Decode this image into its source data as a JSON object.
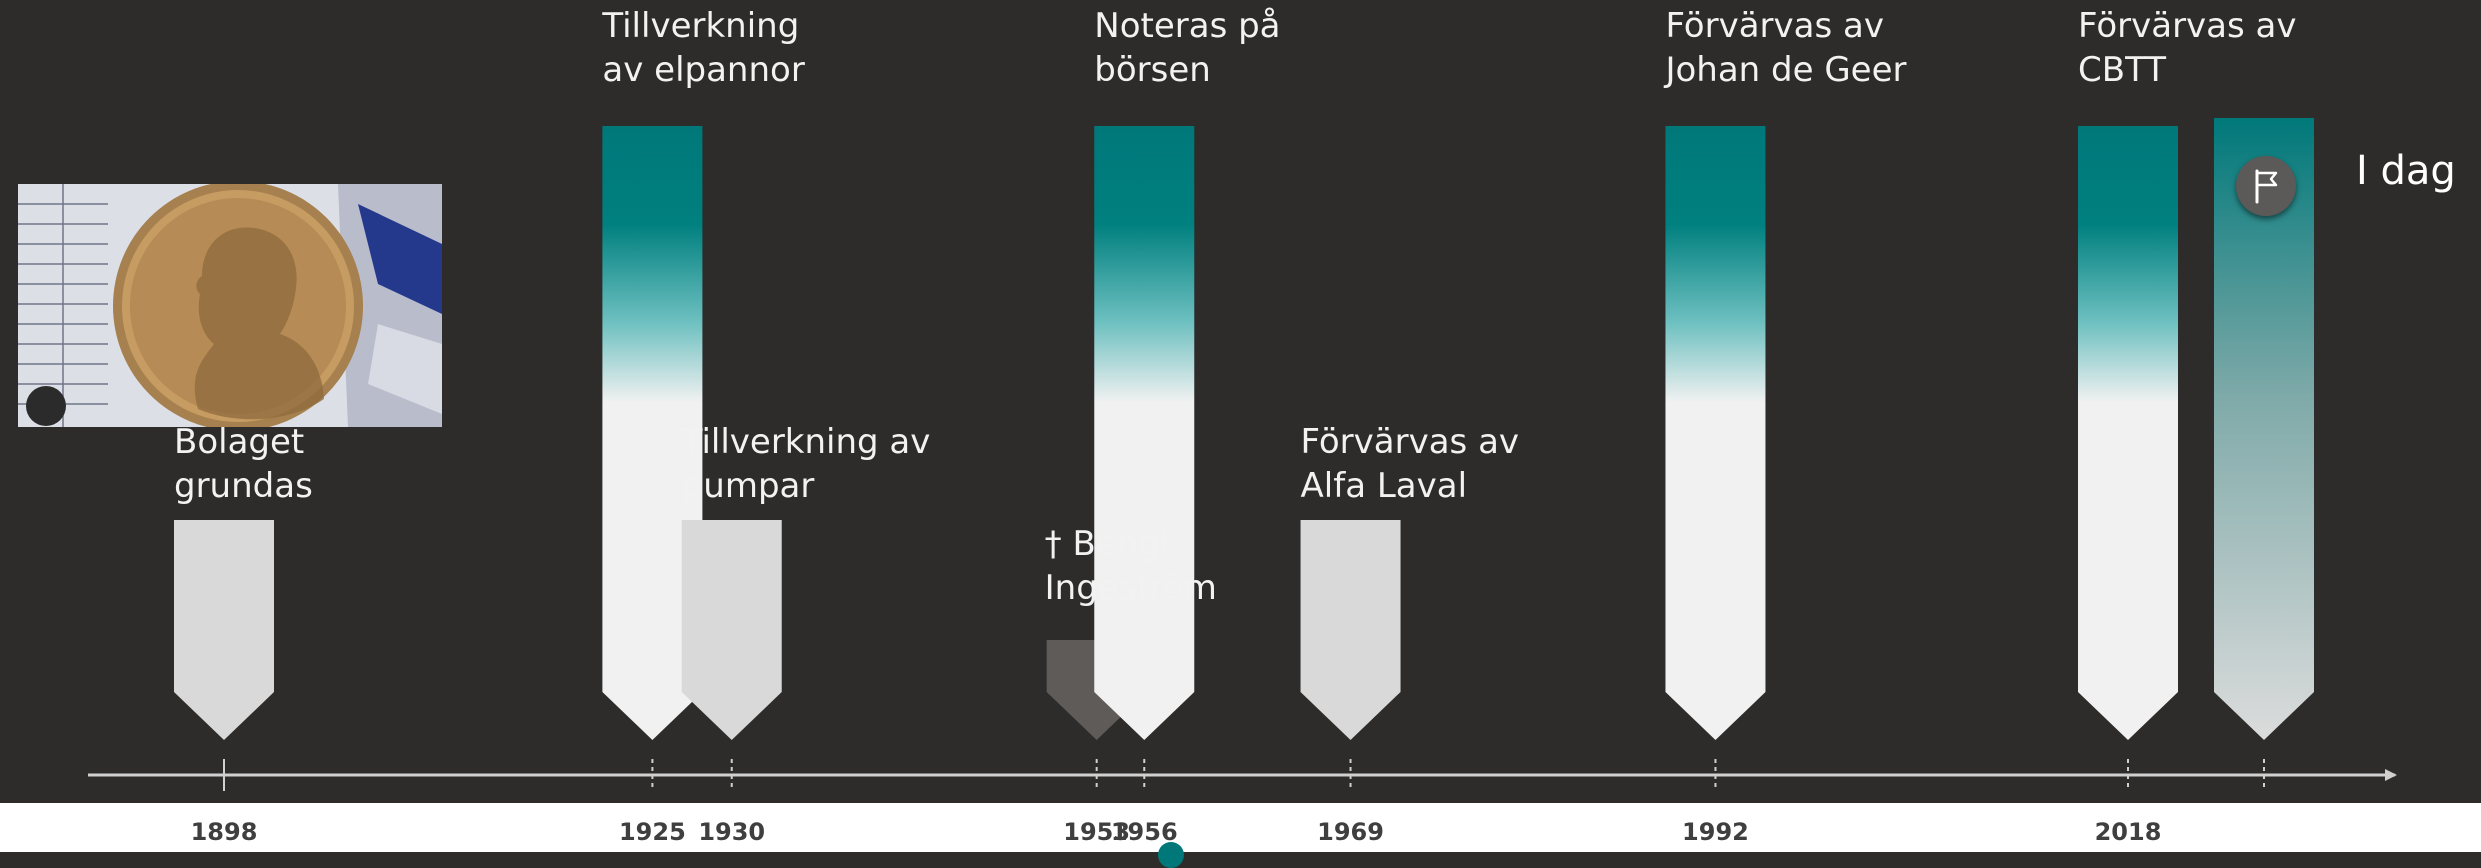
{
  "events": [
    {
      "year": "1898",
      "title": "Bolaget grundas",
      "style": "light",
      "tall": false
    },
    {
      "year": "1925",
      "title": "Tillverkning av elpannor",
      "style": "teal",
      "tall": true
    },
    {
      "year": "1930",
      "title": "Tillverkning av pumpar",
      "style": "light",
      "tall": false
    },
    {
      "year": "1953",
      "title": "† Bengt Ingeström",
      "style": "dark",
      "tall": false
    },
    {
      "year": "1956",
      "title": "Noteras på börsen",
      "style": "teal",
      "tall": true
    },
    {
      "year": "1969",
      "title": "Förvärvas av Alfa Laval",
      "style": "light",
      "tall": false
    },
    {
      "year": "1992",
      "title": "Förvärvas av Johan de Geer",
      "style": "teal",
      "tall": true
    },
    {
      "year": "2018",
      "title": "Förvärvas av CBTT",
      "style": "teal",
      "tall": true
    }
  ],
  "today": {
    "label": "I dag",
    "icon": "flag-icon"
  },
  "colors": {
    "background": "#2d2c2b",
    "teal": "#00787a",
    "light": "#d9d9d9",
    "dark": "#5e5b58",
    "axis": "#d0d0d0",
    "year_text": "#3f3f3f"
  }
}
